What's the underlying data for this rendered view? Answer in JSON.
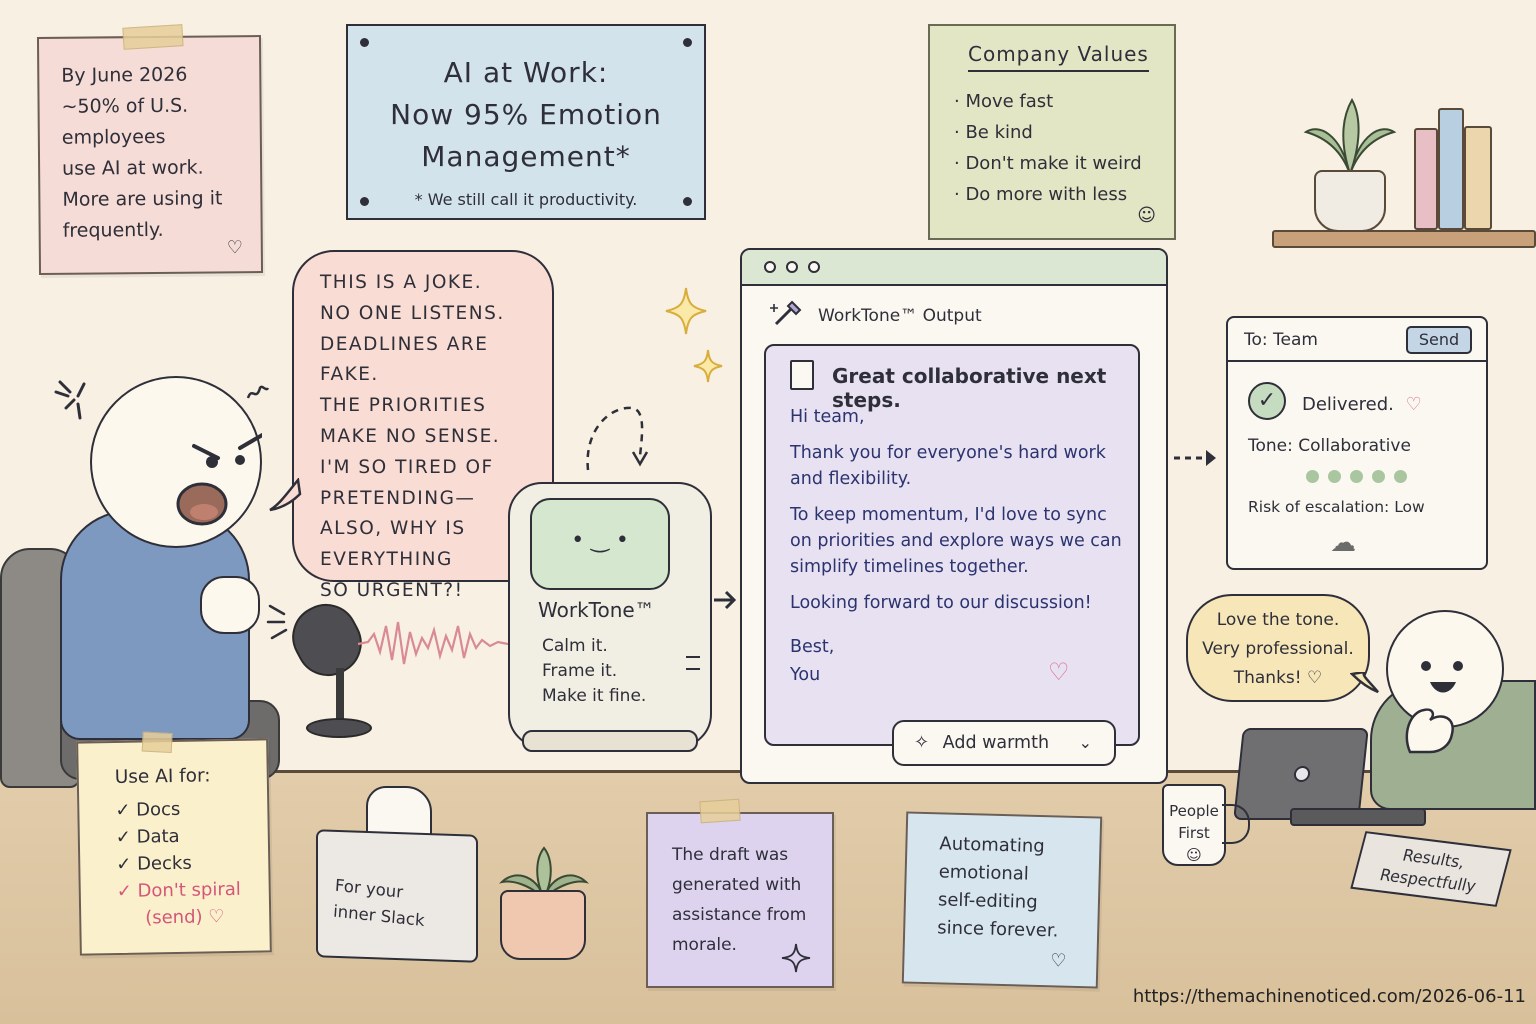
{
  "stat_note": {
    "text": "By June 2026\n~50% of U.S.\nemployees\nuse AI at work.\nMore are using it\nfrequently.",
    "heart": "♡"
  },
  "headline_sign": {
    "title": "AI at Work:\nNow 95% Emotion\nManagement*",
    "footnote": "* We still call it productivity."
  },
  "company_values": {
    "heading": "Company Values",
    "items": [
      "· Move fast",
      "· Be kind",
      "· Don't make it weird",
      "· Do more with less"
    ],
    "smile": "☺"
  },
  "rant_bubble": {
    "text": "THIS IS A JOKE.\nNO ONE LISTENS.\nDEADLINES ARE FAKE.\nTHE PRIORITIES\nMAKE NO SENSE.\nI'M SO TIRED OF\nPRETENDING—\nALSO, WHY IS\nEVERYTHING\nSO URGENT?!"
  },
  "device": {
    "face": "• ‿ •",
    "name": "WorkTone™",
    "tagline": "Calm it.\nFrame it.\nMake it fine."
  },
  "output_window": {
    "label": "WorkTone™ Output",
    "subject": "Great collaborative next steps.",
    "greeting": "Hi team,",
    "paragraph_1": "Thank you for everyone's hard work and flexibility.",
    "paragraph_2": "To keep momentum, I'd love to sync on priorities and explore ways we can simplify timelines together.",
    "paragraph_3": "Looking forward to our discussion!",
    "signoff": "Best,",
    "signature": "You",
    "heart": "♡",
    "warmth_button": "Add warmth",
    "warmth_chevron": "⌄"
  },
  "delivery_card": {
    "to": "To: Team",
    "send": "Send",
    "check": "✓",
    "status": "Delivered.",
    "status_heart": "♡",
    "tone": "Tone: Collaborative",
    "tone_level": 1.0,
    "risk": "Risk of escalation: Low",
    "cloud": "☁"
  },
  "coworker_bubble": {
    "text": "Love the tone.\nVery professional.\nThanks! ♡"
  },
  "mug": {
    "text": "People\nFirst\n☺"
  },
  "desk_sign": {
    "text": "Results,\nRespectfully"
  },
  "ai_uses_note": {
    "title": "Use AI for:",
    "items": [
      "✓ Docs",
      "✓ Data",
      "✓ Decks"
    ],
    "special_item": "✓ Don't spiral",
    "special_item_2": "(send) ♡"
  },
  "tissue_box": {
    "text": "For your\ninner Slack"
  },
  "draft_note": {
    "text": "The draft was\ngenerated with\nassistance from\nmorale."
  },
  "automating_note": {
    "text": "Automating\nemotional\nself-editing\nsince forever.",
    "heart": "♡"
  },
  "url": "https://themachinenoticed.com/2026-06-11",
  "colors": {
    "wall": "#f7f0e3",
    "desk": "#e2ccaa",
    "pink_note": "#f6dcd6",
    "blue_sign": "#d3e3ec",
    "values_note": "#e3e6c4",
    "output_card": "#e7e1f1",
    "accent_heart": "#d9728f"
  }
}
